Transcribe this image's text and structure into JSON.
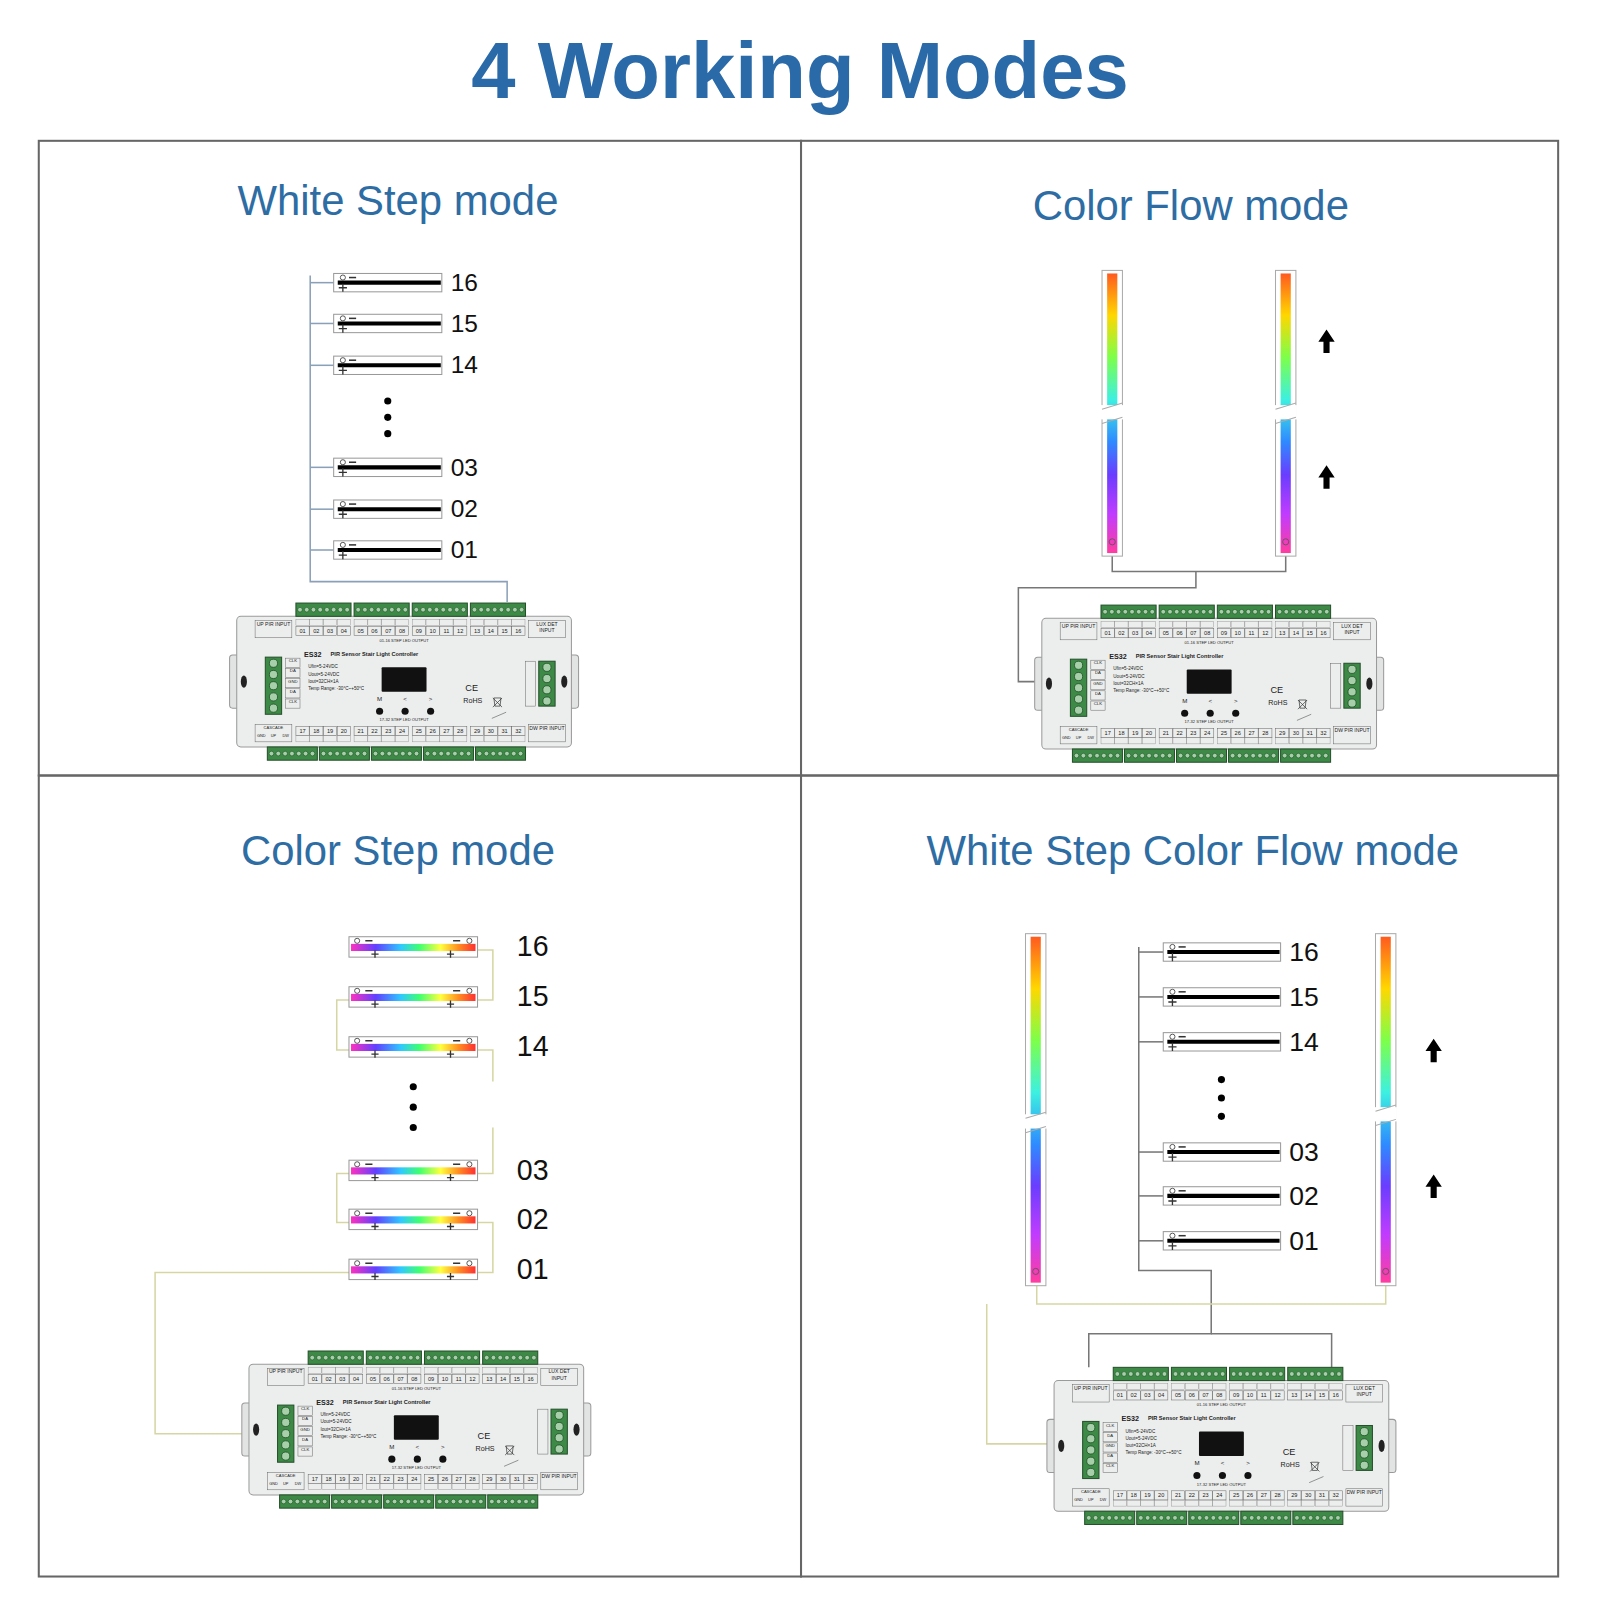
{
  "diagram": {
    "title": "4 Working Modes",
    "nodes": [
      {
        "text": [
          "White Step mode"
        ]
      },
      {
        "text": [
          "ES32",
          "PIR Sensor Stair Light Controller"
        ],
        "in": 0
      },
      {
        "text": [
          "Color Flow mode"
        ]
      },
      {
        "text": [
          "ES32",
          "PIR Sensor Stair Light Controller"
        ],
        "in": 2
      },
      {
        "text": [
          "Color Step mode"
        ]
      },
      {
        "text": [
          "ES32",
          "PIR Sensor Stair Light Controller"
        ],
        "in": 4
      },
      {
        "text": [
          "White Step Color Flow mode"
        ]
      },
      {
        "text": [
          "ES32",
          "PIR Sensor Stair Light Controller"
        ],
        "in": 6
      }
    ],
    "labels": [
      "16",
      "15",
      "14",
      "03",
      "02",
      "01",
      "UP PIR INPUT",
      "01",
      "02",
      "03",
      "04",
      "05",
      "06",
      "07",
      "08",
      "09",
      "10",
      "11",
      "12",
      "13",
      "14",
      "15",
      "16",
      "LUX DET INPUT",
      "01-16 STEP LED OUTPUT",
      "Ufin=5-24VDC",
      "Uout=5-24VDC",
      "Iout=32CH×1A",
      "Temp Range: -30°C~+50°C",
      "CLK",
      "DA",
      "GND",
      "DA",
      "CLK",
      "M",
      "<",
      ">",
      "CE",
      "RoHS",
      "17-32 STEP LED OUTPUT",
      "CASCADE",
      "GND",
      "UP",
      "DW",
      "17",
      "18",
      "19",
      "20",
      "21",
      "22",
      "23",
      "24",
      "25",
      "26",
      "27",
      "28",
      "29",
      "30",
      "31",
      "32",
      "DW PIR INPUT",
      "UP PIR INPUT",
      "01",
      "02",
      "03",
      "04",
      "05",
      "06",
      "07",
      "08",
      "09",
      "10",
      "11",
      "12",
      "13",
      "14",
      "15",
      "16",
      "LUX DET INPUT",
      "01-16 STEP LED OUTPUT",
      "Ufin=5-24VDC",
      "Uout=5-24VDC",
      "Iout=32CH×1A",
      "Temp Range: -30°C~+50°C",
      "CLK",
      "DA",
      "GND",
      "DA",
      "CLK",
      "M",
      "<",
      ">",
      "CE",
      "RoHS",
      "17-32 STEP LED OUTPUT",
      "CASCADE",
      "GND",
      "UP",
      "DW",
      "17",
      "18",
      "19",
      "20",
      "21",
      "22",
      "23",
      "24",
      "25",
      "26",
      "27",
      "28",
      "29",
      "30",
      "31",
      "32",
      "DW PIR INPUT",
      "16",
      "15",
      "14",
      "03",
      "02",
      "01",
      "UP PIR INPUT",
      "01",
      "02",
      "03",
      "04",
      "05",
      "06",
      "07",
      "08",
      "09",
      "10",
      "11",
      "12",
      "13",
      "14",
      "15",
      "16",
      "LUX DET INPUT",
      "01-16 STEP LED OUTPUT",
      "Ufin=5-24VDC",
      "Uout=5-24VDC",
      "Iout=32CH×1A",
      "Temp Range: -30°C~+50°C",
      "CLK",
      "DA",
      "GND",
      "DA",
      "CLK",
      "M",
      "<",
      ">",
      "CE",
      "RoHS",
      "17-32 STEP LED OUTPUT",
      "CASCADE",
      "GND",
      "UP",
      "DW",
      "17",
      "18",
      "19",
      "20",
      "21",
      "22",
      "23",
      "24",
      "25",
      "26",
      "27",
      "28",
      "29",
      "30",
      "31",
      "32",
      "DW PIR INPUT",
      "16",
      "15",
      "14",
      "03",
      "02",
      "01",
      "UP PIR INPUT",
      "01",
      "02",
      "03",
      "04",
      "05",
      "06",
      "07",
      "08",
      "09",
      "10",
      "11",
      "12",
      "13",
      "14",
      "15",
      "16",
      "LUX DET INPUT",
      "01-16 STEP LED OUTPUT",
      "Ufin=5-24VDC",
      "Uout=5-24VDC",
      "Iout=32CH×1A",
      "Temp Range: -30°C~+50°C",
      "CLK",
      "DA",
      "GND",
      "DA",
      "CLK",
      "M",
      "<",
      ">",
      "CE",
      "RoHS",
      "17-32 STEP LED OUTPUT",
      "CASCADE",
      "GND",
      "UP",
      "DW",
      "17",
      "18",
      "19",
      "20",
      "21",
      "22",
      "23",
      "24",
      "25",
      "26",
      "27",
      "28",
      "29",
      "30",
      "31",
      "32",
      "DW PIR INPUT"
    ]
  }
}
